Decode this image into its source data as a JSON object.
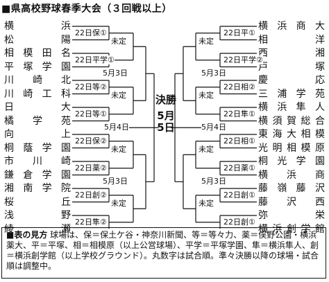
{
  "title": "■県高校野球春季大会（３回戦以上）",
  "left_teams": [
    "横浜",
    "松陽",
    "相模田名",
    "平塚学園",
    "川崎北",
    "川崎工科",
    "日大",
    "橘学苑",
    "向上",
    "桐蔭学園",
    "市川崎",
    "鎌倉学園",
    "湘南学院",
    "桜丘",
    "浅野",
    "綾瀬"
  ],
  "right_teams": [
    "横浜商大",
    "相洋",
    "西湘",
    "戸塚",
    "慶応",
    "三浦学苑",
    "横浜隼人",
    "横須賀総合",
    "東海大相模",
    "光明相模原",
    "桐光学園",
    "横浜商",
    "藤嶺藤沢",
    "藤沢西",
    "弥栄",
    "横浜創学館"
  ],
  "left_r1": [
    "22日保①",
    "22日平学①",
    "22日等②",
    "22日等①",
    "22日保②",
    "22日薬②",
    "22日創②",
    "22日隼②"
  ],
  "right_r1": [
    "22日平①",
    "22日平学②",
    "22日相②",
    "22日隼①",
    "22日相①",
    "22日薬①",
    "22日創①",
    "22日創①"
  ],
  "pending": "未定",
  "qf_date": "5月3日",
  "sf_date": "5月4日",
  "final_label": "決勝",
  "final_date": "5月5日",
  "legend_head": "■表の見方",
  "legend_body": "球場は、保＝保土ケ谷・神奈川新聞、等＝等々力、薬＝俣野公園・横浜薬大、平＝平塚、相＝相模原（以上公営球場）、平学＝平塚学園、隼＝横浜隼人、創＝横浜創学館（以上学校グラウンド）。丸数字は試合順。準々決勝以降の球場・試合順は調整中。"
}
